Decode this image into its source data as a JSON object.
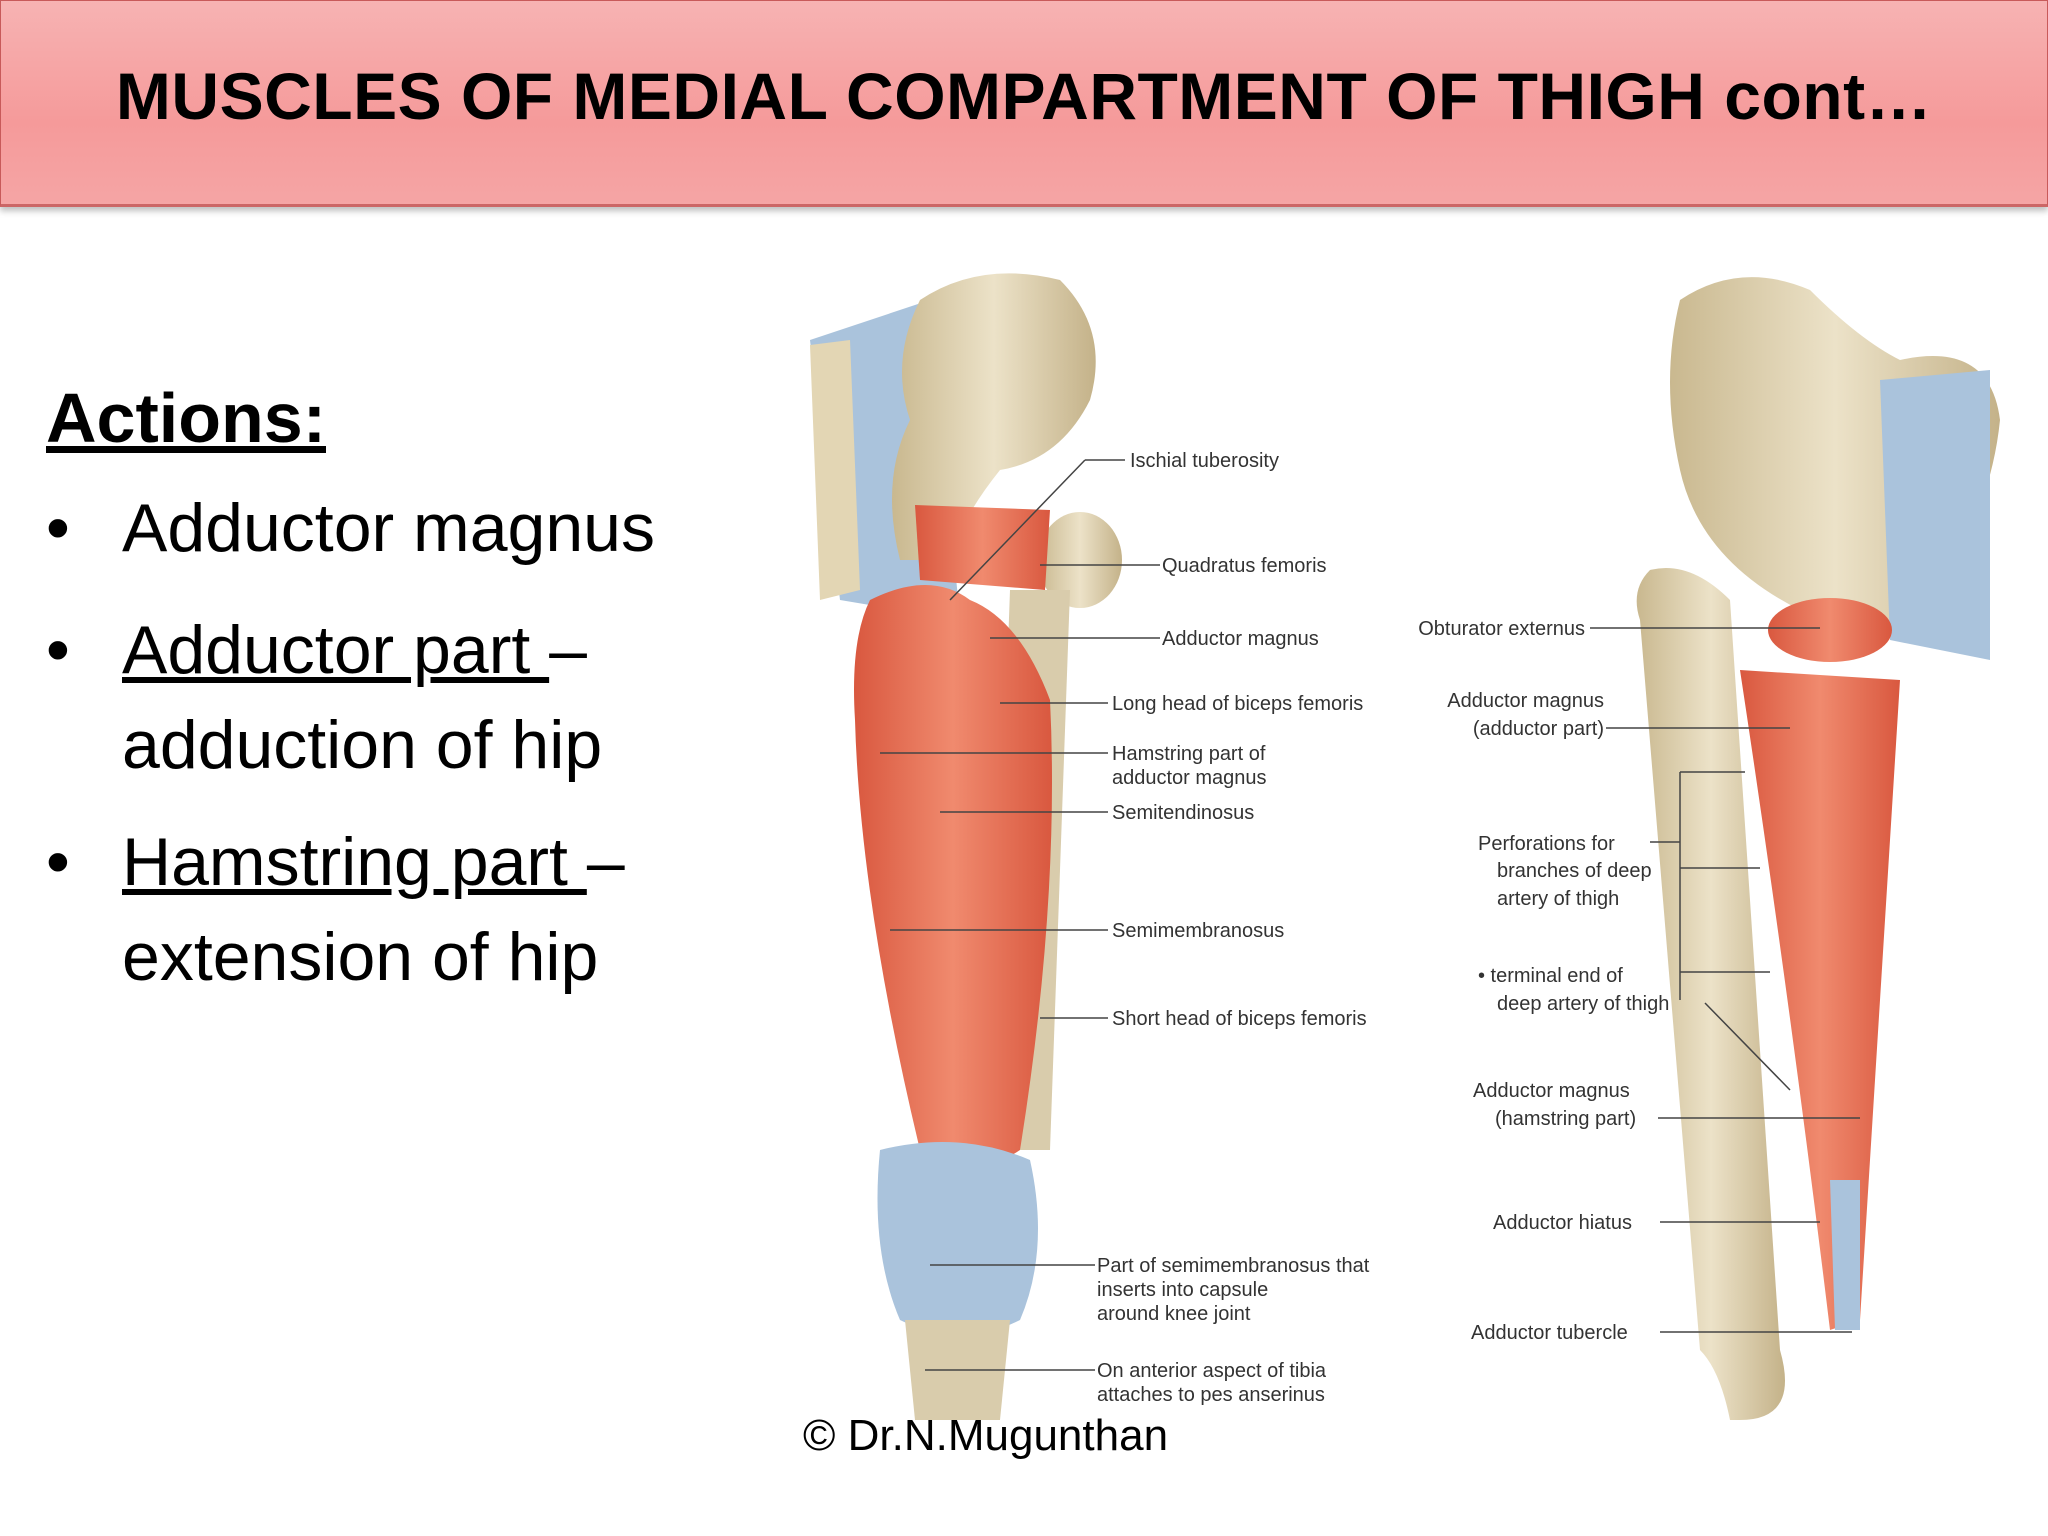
{
  "title": "MUSCLES OF MEDIAL COMPARTMENT OF THIGH cont…",
  "actions_heading": "Actions:",
  "bullets": [
    {
      "main": "Adductor magnus"
    },
    {
      "part": "Adductor part ",
      "dash": "–",
      "cont": "adduction of hip"
    },
    {
      "part": "Hamstring part ",
      "dash": "–",
      "cont": "extension of hip"
    }
  ],
  "left_labels": [
    "Ischial tuberosity",
    "Quadratus femoris",
    "Adductor magnus",
    "Long head of biceps femoris",
    "Hamstring part of",
    "adductor magnus",
    "Semitendinosus",
    "Semimembranosus",
    "Short head of biceps femoris",
    "Part of semimembranosus that",
    "inserts into capsule",
    "around knee joint",
    "On anterior aspect of tibia",
    "attaches to pes anserinus"
  ],
  "right_labels": [
    "Obturator externus",
    "Adductor magnus",
    "(adductor part)",
    "Perforations for",
    "branches of deep",
    "artery of thigh",
    "• terminal end of",
    "deep artery of thigh",
    "Adductor magnus",
    "(hamstring part)",
    "Adductor hiatus",
    "Adductor tubercle"
  ],
  "credit": "© Dr.N.Mugunthan",
  "colors": {
    "title_bg": "#f5a0a0",
    "muscle": "#e8735a",
    "bone": "#d9ccac",
    "ligament": "#a9c2dc"
  }
}
